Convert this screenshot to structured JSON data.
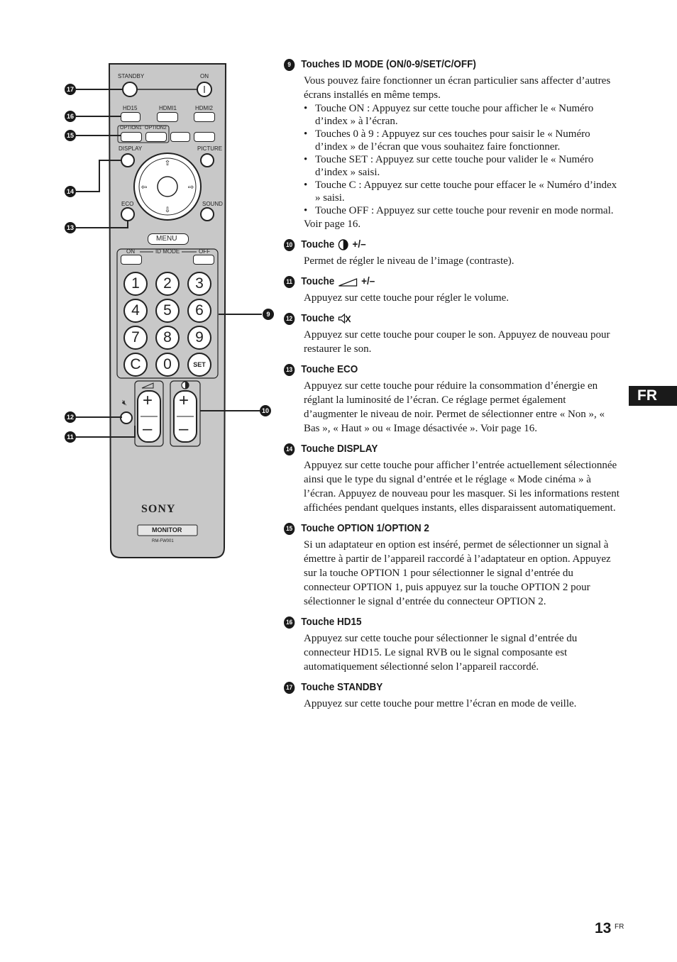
{
  "remote": {
    "labels": {
      "standby": "STANDBY",
      "on": "ON",
      "hd15": "HD15",
      "hdmi1": "HDMI1",
      "hdmi2": "HDMI2",
      "option1": "OPTION1",
      "option2": "OPTION2",
      "display": "DISPLAY",
      "picture": "PICTURE",
      "eco": "ECO",
      "sound": "SOUND",
      "menu": "MENU",
      "id_on": "ON",
      "id_mode": "ID MODE",
      "id_off": "OFF",
      "set": "SET",
      "brand": "SONY",
      "monitor": "MONITOR",
      "model": "RM-FW001"
    },
    "numkeys": [
      "1",
      "2",
      "3",
      "4",
      "5",
      "6",
      "7",
      "8",
      "9",
      "C",
      "0"
    ],
    "plus": "+",
    "minus": "–",
    "callouts": {
      "c17": "17",
      "c16": "16",
      "c15": "15",
      "c14": "14",
      "c13": "13",
      "c12": "12",
      "c11": "11",
      "c9": "9",
      "c10": "10"
    }
  },
  "sections": [
    {
      "num": "9",
      "title": "Touches ID MODE (ON/0-9/SET/C/OFF)",
      "intro": "Vous pouvez faire fonctionner un écran particulier sans affecter d’autres écrans installés en même temps.",
      "bullets": [
        "Touche ON : Appuyez sur cette touche pour afficher le « Numéro d’index » à l’écran.",
        "Touches 0 à 9 : Appuyez sur ces touches pour saisir le « Numéro d’index » de l’écran que vous souhaitez faire fonctionner.",
        "Touche SET : Appuyez sur cette touche pour valider le « Numéro d’index » saisi.",
        "Touche C : Appuyez sur cette touche pour effacer le « Numéro d’index » saisi.",
        "Touche OFF : Appuyez sur cette touche pour revenir en mode normal."
      ],
      "outro": "Voir page 16."
    },
    {
      "num": "10",
      "title_prefix": "Touche",
      "title_suffix": "+/–",
      "icon": "contrast-icon",
      "text": "Permet de régler le niveau de l’image (contraste)."
    },
    {
      "num": "11",
      "title_prefix": "Touche",
      "title_suffix": "+/–",
      "icon": "volume-icon",
      "text": "Appuyez sur cette touche pour régler le volume."
    },
    {
      "num": "12",
      "title_prefix": "Touche",
      "icon": "mute-icon",
      "text": "Appuyez sur cette touche pour couper le son. Appuyez de nouveau pour restaurer le son."
    },
    {
      "num": "13",
      "title": "Touche ECO",
      "text": "Appuyez sur cette touche pour réduire la consommation d’énergie en réglant la luminosité de l’écran. Ce réglage permet également d’augmenter le niveau de noir. Permet de sélectionner entre « Non », « Bas », « Haut » ou « Image désactivée ». Voir page 16."
    },
    {
      "num": "14",
      "title": "Touche DISPLAY",
      "text": "Appuyez sur cette touche pour afficher l’entrée actuellement sélectionnée ainsi que le type du signal d’entrée et le réglage « Mode cinéma » à l’écran. Appuyez de nouveau pour les masquer. Si les informations restent affichées pendant quelques instants, elles disparaissent automatiquement."
    },
    {
      "num": "15",
      "title": "Touche OPTION 1/OPTION 2",
      "text": "Si un adaptateur en option est inséré, permet de sélectionner un signal à émettre à partir de l’appareil raccordé à l’adaptateur en option. Appuyez sur la touche OPTION 1 pour sélectionner le signal d’entrée du connecteur OPTION 1, puis appuyez sur la touche OPTION 2 pour sélectionner le signal d’entrée du connecteur OPTION 2."
    },
    {
      "num": "16",
      "title": "Touche HD15",
      "text": "Appuyez sur cette touche pour sélectionner le signal d’entrée du connecteur HD15. Le signal RVB ou le signal composante est automatiquement sélectionné selon l’appareil raccordé."
    },
    {
      "num": "17",
      "title": "Touche STANDBY",
      "text": "Appuyez sur cette touche pour mettre l’écran en mode de veille."
    }
  ],
  "side_tab": "FR",
  "page_number": "13",
  "page_suffix": "FR"
}
